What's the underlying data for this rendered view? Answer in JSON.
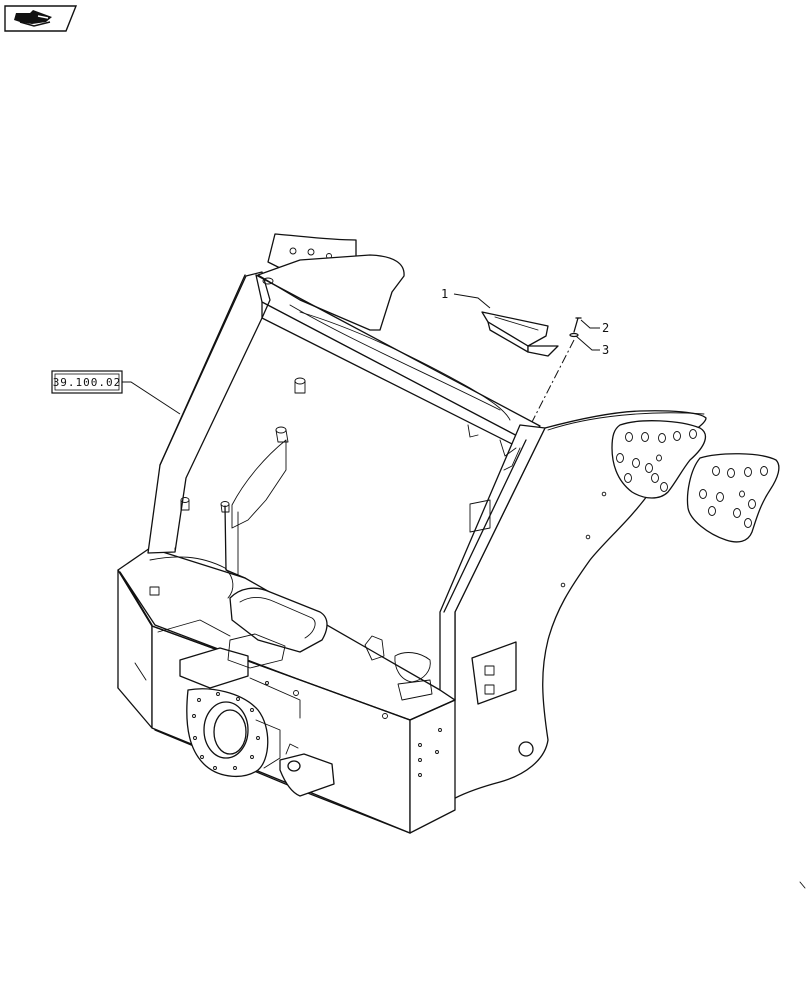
{
  "reference_box": {
    "text": "39.100.02"
  },
  "callouts": [
    {
      "id": "1",
      "text": "1"
    },
    {
      "id": "2",
      "text": "2"
    },
    {
      "id": "3",
      "text": "3"
    }
  ],
  "icons": {
    "corner_nav": "hand-pointer-icon"
  }
}
